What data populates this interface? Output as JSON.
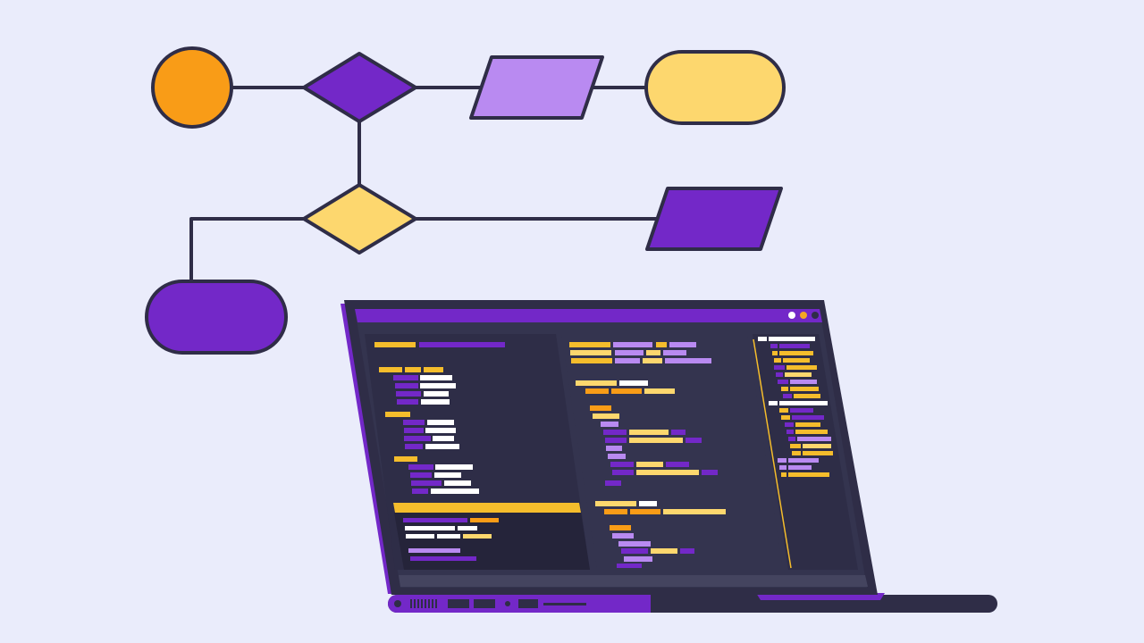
{
  "colors": {
    "background": "#eaecfb",
    "outline": "#2f2d47",
    "orange": "#f99c17",
    "purple": "#7328c8",
    "lavender": "#b98af1",
    "yellow": "#fdd76e",
    "screen_bg": "#34344f",
    "screen_dark": "#25243a",
    "code_gold": "#f5bd2c",
    "code_white": "#ffffff"
  },
  "flowchart": {
    "nodes": [
      {
        "id": "start-terminal",
        "shape": "circle",
        "fill": "orange"
      },
      {
        "id": "decision-1",
        "shape": "diamond",
        "fill": "purple"
      },
      {
        "id": "io-1",
        "shape": "parallelogram",
        "fill": "lavender"
      },
      {
        "id": "end-terminal-1",
        "shape": "pill",
        "fill": "yellow"
      },
      {
        "id": "decision-2",
        "shape": "diamond",
        "fill": "yellow"
      },
      {
        "id": "io-2",
        "shape": "parallelogram",
        "fill": "purple"
      },
      {
        "id": "end-terminal-2",
        "shape": "pill",
        "fill": "purple"
      }
    ],
    "edges": [
      [
        "start-terminal",
        "decision-1"
      ],
      [
        "decision-1",
        "io-1"
      ],
      [
        "io-1",
        "end-terminal-1"
      ],
      [
        "decision-1",
        "decision-2"
      ],
      [
        "decision-2",
        "io-2"
      ],
      [
        "decision-2",
        "end-terminal-2"
      ]
    ]
  },
  "laptop": {
    "window_controls": [
      "white",
      "orange",
      "dark"
    ],
    "panels": [
      "file-tree",
      "code-editor",
      "minimap"
    ],
    "icons": [
      "vent-icon",
      "port-icon",
      "port-icon",
      "led-icon",
      "port-icon",
      "slot-icon"
    ]
  }
}
